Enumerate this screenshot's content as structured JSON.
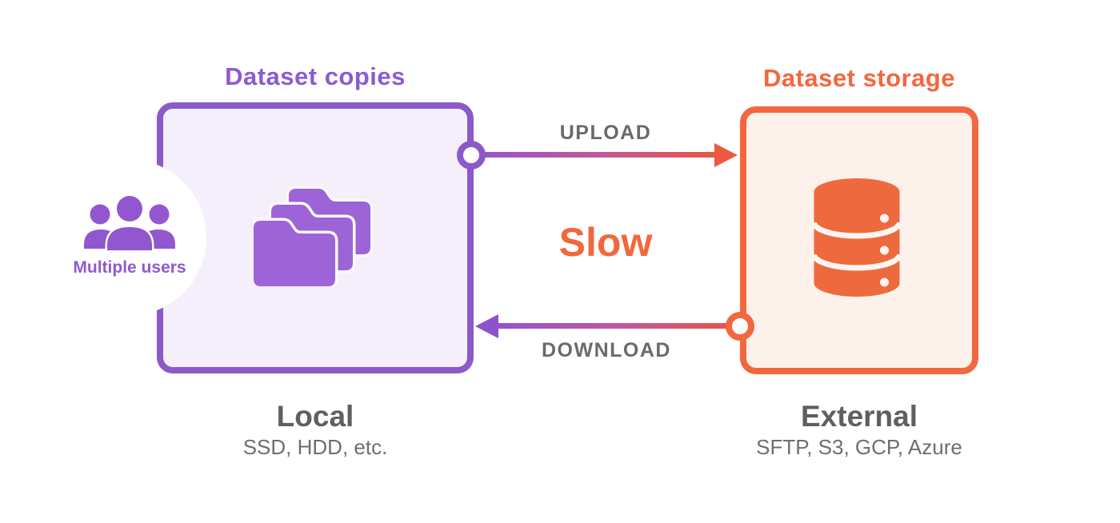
{
  "left_box": {
    "title": "Dataset copies",
    "icon": "folders-icon",
    "caption": "Local",
    "subcaption": "SSD, HDD, etc.",
    "accent_color": "#8B59C9",
    "fill_color": "#F4EFFA"
  },
  "right_box": {
    "title": "Dataset storage",
    "icon": "database-icon",
    "caption": "External",
    "subcaption": "SFTP, S3, GCP, Azure",
    "accent_color": "#F2673E",
    "fill_color": "#FDF1EB"
  },
  "users_badge": {
    "label": "Multiple users",
    "icon": "users-icon",
    "color": "#8F5ACE"
  },
  "flow": {
    "upload_label": "UPLOAD",
    "download_label": "DOWNLOAD",
    "speed_label": "Slow",
    "label_color": "#6A6A6A",
    "speed_color": "#F2673E",
    "gradient_from": "#9355CE",
    "gradient_to": "#E85742"
  }
}
